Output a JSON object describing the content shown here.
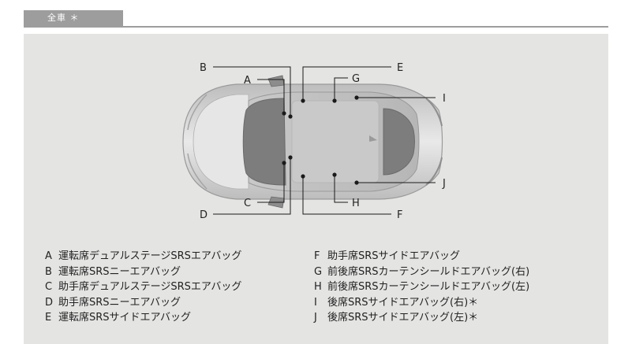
{
  "header": {
    "tag_label": "全車 ＊"
  },
  "diagram": {
    "callouts": [
      {
        "letter": "A"
      },
      {
        "letter": "B"
      },
      {
        "letter": "C"
      },
      {
        "letter": "D"
      },
      {
        "letter": "E"
      },
      {
        "letter": "F"
      },
      {
        "letter": "G"
      },
      {
        "letter": "H"
      },
      {
        "letter": "I"
      },
      {
        "letter": "J"
      }
    ]
  },
  "legend": {
    "left": [
      {
        "letter": "A",
        "text": "運転席デュアルステージSRSエアバッグ"
      },
      {
        "letter": "B",
        "text": "運転席SRSニーエアバッグ"
      },
      {
        "letter": "C",
        "text": "助手席デュアルステージSRSエアバッグ"
      },
      {
        "letter": "D",
        "text": "助手席SRSニーエアバッグ"
      },
      {
        "letter": "E",
        "text": "運転席SRSサイドエアバッグ"
      }
    ],
    "right": [
      {
        "letter": "F",
        "text": "助手席SRSサイドエアバッグ"
      },
      {
        "letter": "G",
        "text": "前後席SRSカーテンシールドエアバッグ(右)"
      },
      {
        "letter": "H",
        "text": "前後席SRSカーテンシールドエアバッグ(左)"
      },
      {
        "letter": "I",
        "text": "後席SRSサイドエアバッグ(右)＊"
      },
      {
        "letter": "J",
        "text": "後席SRSサイドエアバッグ(左)＊"
      }
    ]
  }
}
